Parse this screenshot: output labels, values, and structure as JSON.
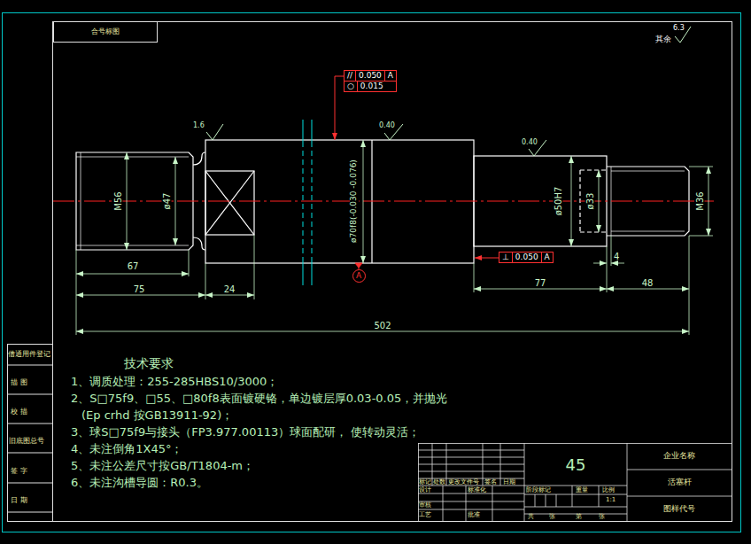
{
  "diagram": {
    "nodes": [
      {
        "text": [
          "合号标图"
        ]
      },
      {
        "text": [
          "A"
        ]
      },
      {
        "text": [
          "//",
          "0.050",
          "A",
          "○",
          "0.015"
        ]
      },
      {
        "text": [
          "⊥",
          "0.050",
          "A"
        ]
      }
    ],
    "labels": [
      "其余",
      "6.3",
      "1.6",
      "0.40",
      "0.40",
      "M56",
      "ø47",
      "ø70f8(-0.030 -0.076)",
      "ø50H7",
      "ø33",
      "M36",
      "67",
      "75",
      "24",
      "77",
      "48",
      "4",
      "502",
      "借通用件登记",
      "描 图",
      "校 描",
      "旧底图总号",
      "签 字",
      "日 期",
      "技术要求",
      "1、调质处理：255-285HBS10/3000；",
      "2、S□75f9、□55、□80f8表面镀硬铬，单边镀层厚0.03-0.05，并抛光",
      "(Ep crhd 按GB13911-92)；",
      "3、球S□75f9与接头（FP3.977.00113）球面配研， 使转动灵活；",
      "4、未注倒角1X45°；",
      "5、未注公差尺寸按GB/T1804-m；",
      "6、未注沟槽导圆：R0.3。",
      "45",
      "企业名称",
      "活塞杆",
      "图样代号",
      "1:1",
      "标记",
      "处数",
      "更改文件号",
      "签名",
      "日期",
      "设计",
      "标准化",
      "审核",
      "工艺",
      "批准",
      "阶段标记",
      "重量",
      "比例",
      "共",
      "张",
      "第",
      "张"
    ]
  }
}
